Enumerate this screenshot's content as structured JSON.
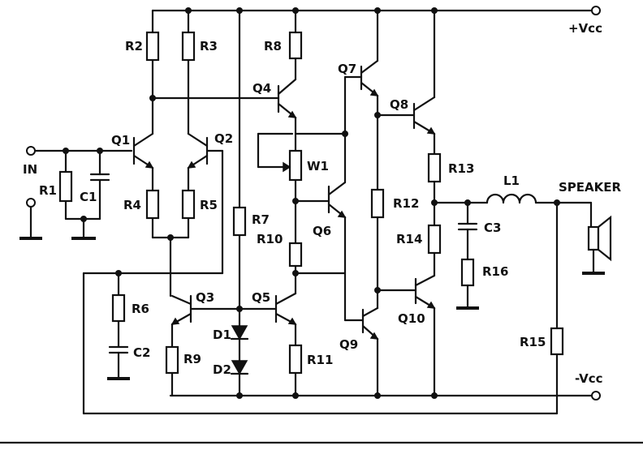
{
  "labels": {
    "vcc_pos": "+Vcc",
    "vcc_neg": "-Vcc",
    "in": "IN",
    "speaker": "SPEAKER",
    "R1": "R1",
    "R2": "R2",
    "R3": "R3",
    "R4": "R4",
    "R5": "R5",
    "R6": "R6",
    "R7": "R7",
    "R8": "R8",
    "R9": "R9",
    "R10": "R10",
    "R11": "R11",
    "R12": "R12",
    "R13": "R13",
    "R14": "R14",
    "R15": "R15",
    "R16": "R16",
    "C1": "C1",
    "C2": "C2",
    "C3": "C3",
    "L1": "L1",
    "W1": "W1",
    "D1": "D1",
    "D2": "D2",
    "Q1": "Q1",
    "Q2": "Q2",
    "Q3": "Q3",
    "Q4": "Q4",
    "Q5": "Q5",
    "Q6": "Q6",
    "Q7": "Q7",
    "Q8": "Q8",
    "Q9": "Q9",
    "Q10": "Q10"
  }
}
